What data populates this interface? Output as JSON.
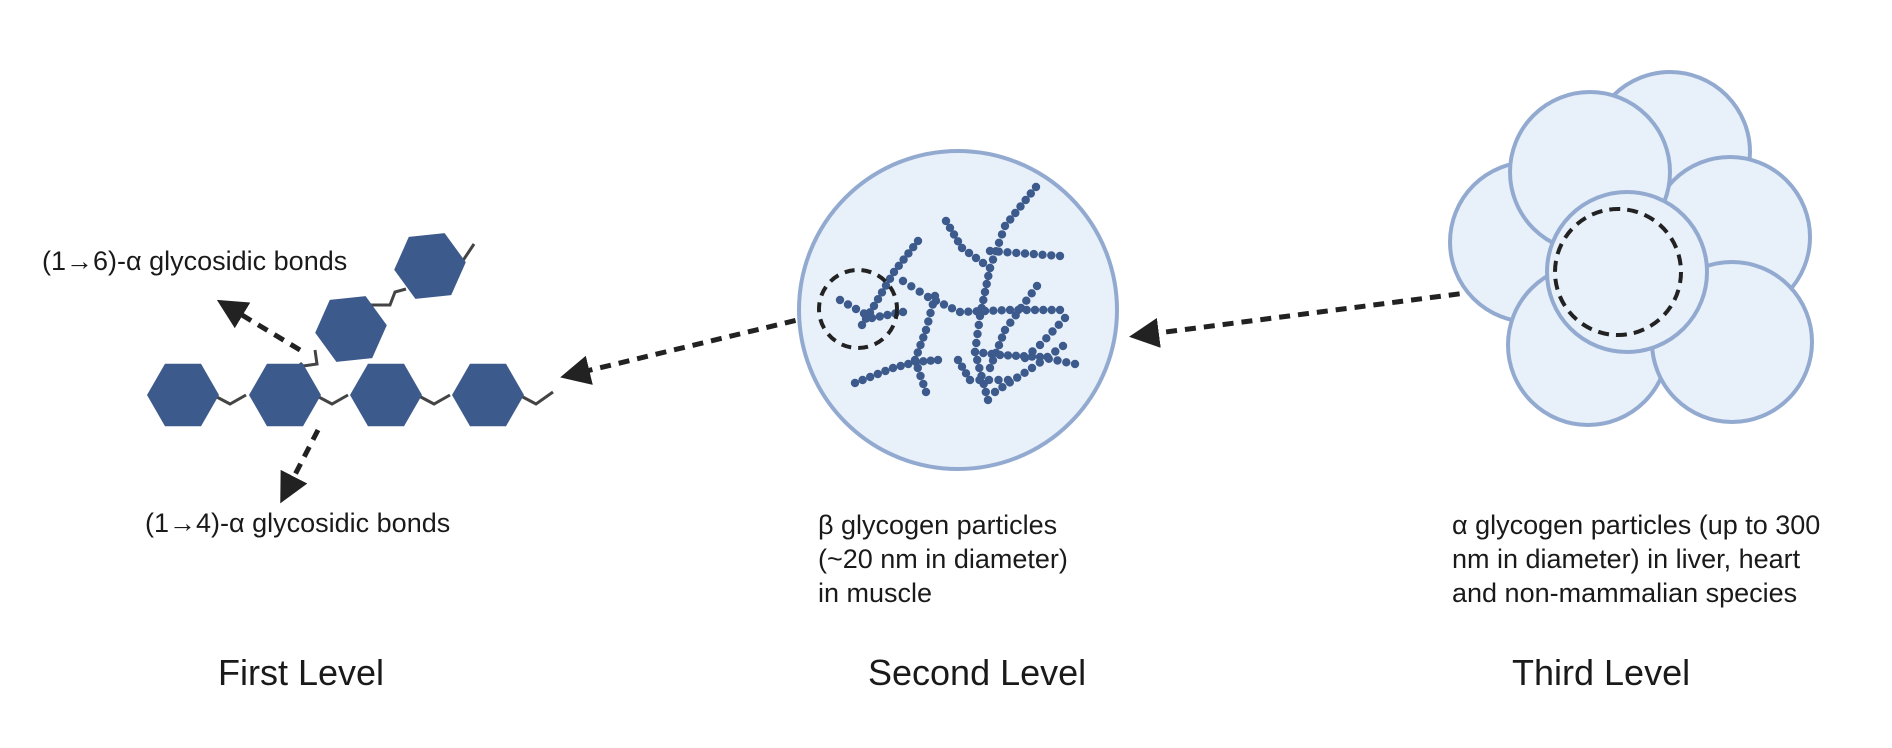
{
  "labels": {
    "bond_16": "(1→6)-α glycosidic bonds",
    "bond_14": "(1→4)-α glycosidic bonds",
    "beta_desc": "β glycogen particles\n(~20 nm in diameter)\nin muscle",
    "alpha_desc": "α glycogen particles (up to 300\nnm in diameter) in liver, heart\nand non-mammalian species",
    "level_1": "First Level",
    "level_2": "Second Level",
    "level_3": "Third Level"
  },
  "colors": {
    "glucose": "#3d5a8c",
    "particle_fill": "#e8f0fa",
    "particle_stroke": "#93aad0",
    "arrow": "#222222",
    "bond_line": "#444444"
  }
}
